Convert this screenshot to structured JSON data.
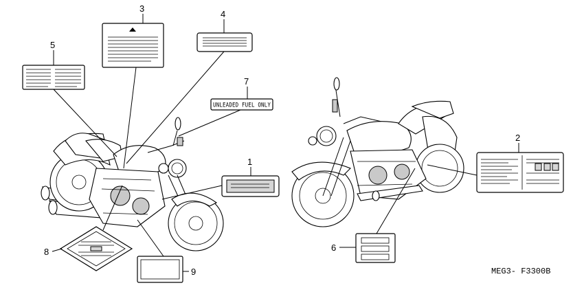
{
  "callouts": [
    {
      "number": "1"
    },
    {
      "number": "2"
    },
    {
      "number": "3"
    },
    {
      "number": "4"
    },
    {
      "number": "5"
    },
    {
      "number": "6"
    },
    {
      "number": "7"
    },
    {
      "number": "8"
    },
    {
      "number": "9"
    }
  ],
  "label_7_text": "UNLEADED FUEL ONLY",
  "figure_code": "MEG3-  F3300B"
}
